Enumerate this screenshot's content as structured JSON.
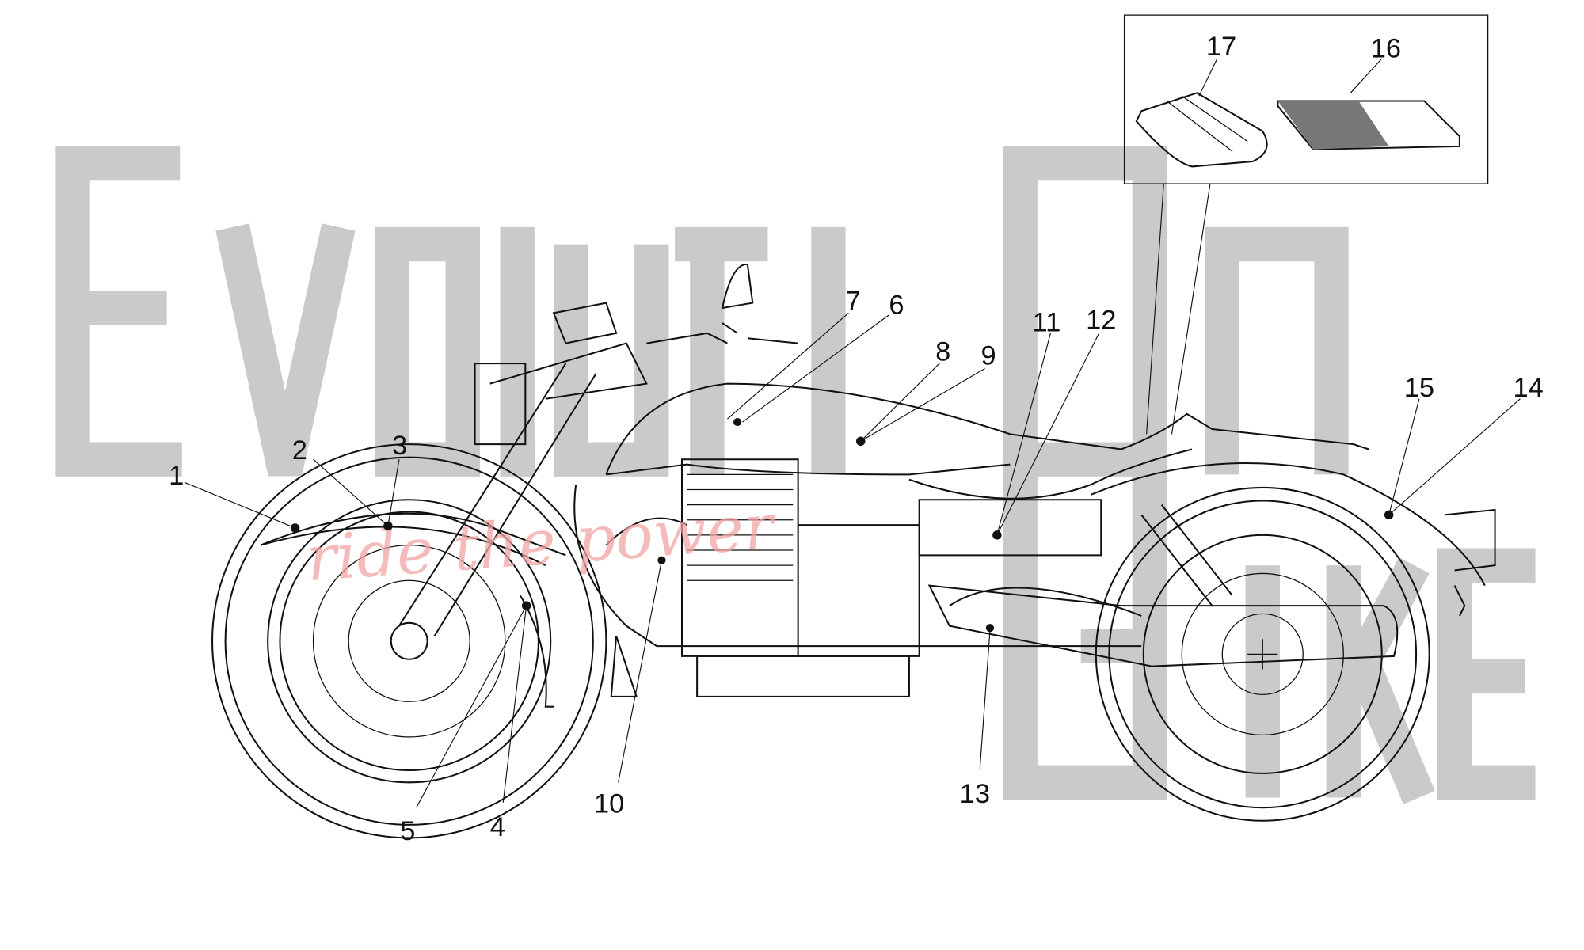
{
  "watermark": {
    "line1": "EvOlUtiOn",
    "line2": "Bike",
    "slogan": "ride the power"
  },
  "callouts": [
    {
      "id": "1",
      "label": "1"
    },
    {
      "id": "2",
      "label": "2"
    },
    {
      "id": "3",
      "label": "3"
    },
    {
      "id": "4",
      "label": "4"
    },
    {
      "id": "5",
      "label": "5"
    },
    {
      "id": "6",
      "label": "6"
    },
    {
      "id": "7",
      "label": "7"
    },
    {
      "id": "8",
      "label": "8"
    },
    {
      "id": "9",
      "label": "9"
    },
    {
      "id": "10",
      "label": "10"
    },
    {
      "id": "11",
      "label": "11"
    },
    {
      "id": "12",
      "label": "12"
    },
    {
      "id": "13",
      "label": "13"
    },
    {
      "id": "14",
      "label": "14"
    },
    {
      "id": "15",
      "label": "15"
    },
    {
      "id": "16",
      "label": "16"
    },
    {
      "id": "17",
      "label": "17"
    }
  ],
  "colors": {
    "watermark": "#c9cbca",
    "slogan": "#f2a3a3",
    "lines": "#111111"
  }
}
